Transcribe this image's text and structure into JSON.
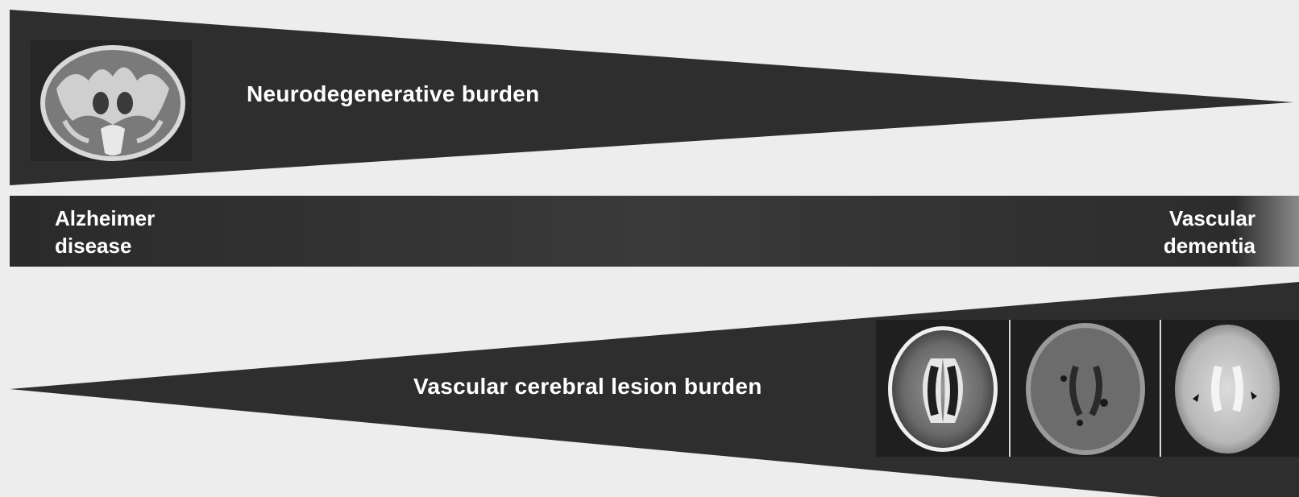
{
  "top_wedge": {
    "label": "Neurodegenerative burden",
    "image": "coronal-mri-brain"
  },
  "middle_band": {
    "left_label_line1": "Alzheimer",
    "left_label_line2": "disease",
    "right_label_line1": "Vascular",
    "right_label_line2": "dementia"
  },
  "bottom_wedge": {
    "label": "Vascular cerebral lesion burden",
    "images": [
      "axial-flair-mri",
      "axial-t1-mri",
      "axial-t2-mri"
    ]
  },
  "colors": {
    "background": "#ededed",
    "wedge": "#2e2e2e",
    "band": "#333333",
    "text": "#ffffff"
  }
}
